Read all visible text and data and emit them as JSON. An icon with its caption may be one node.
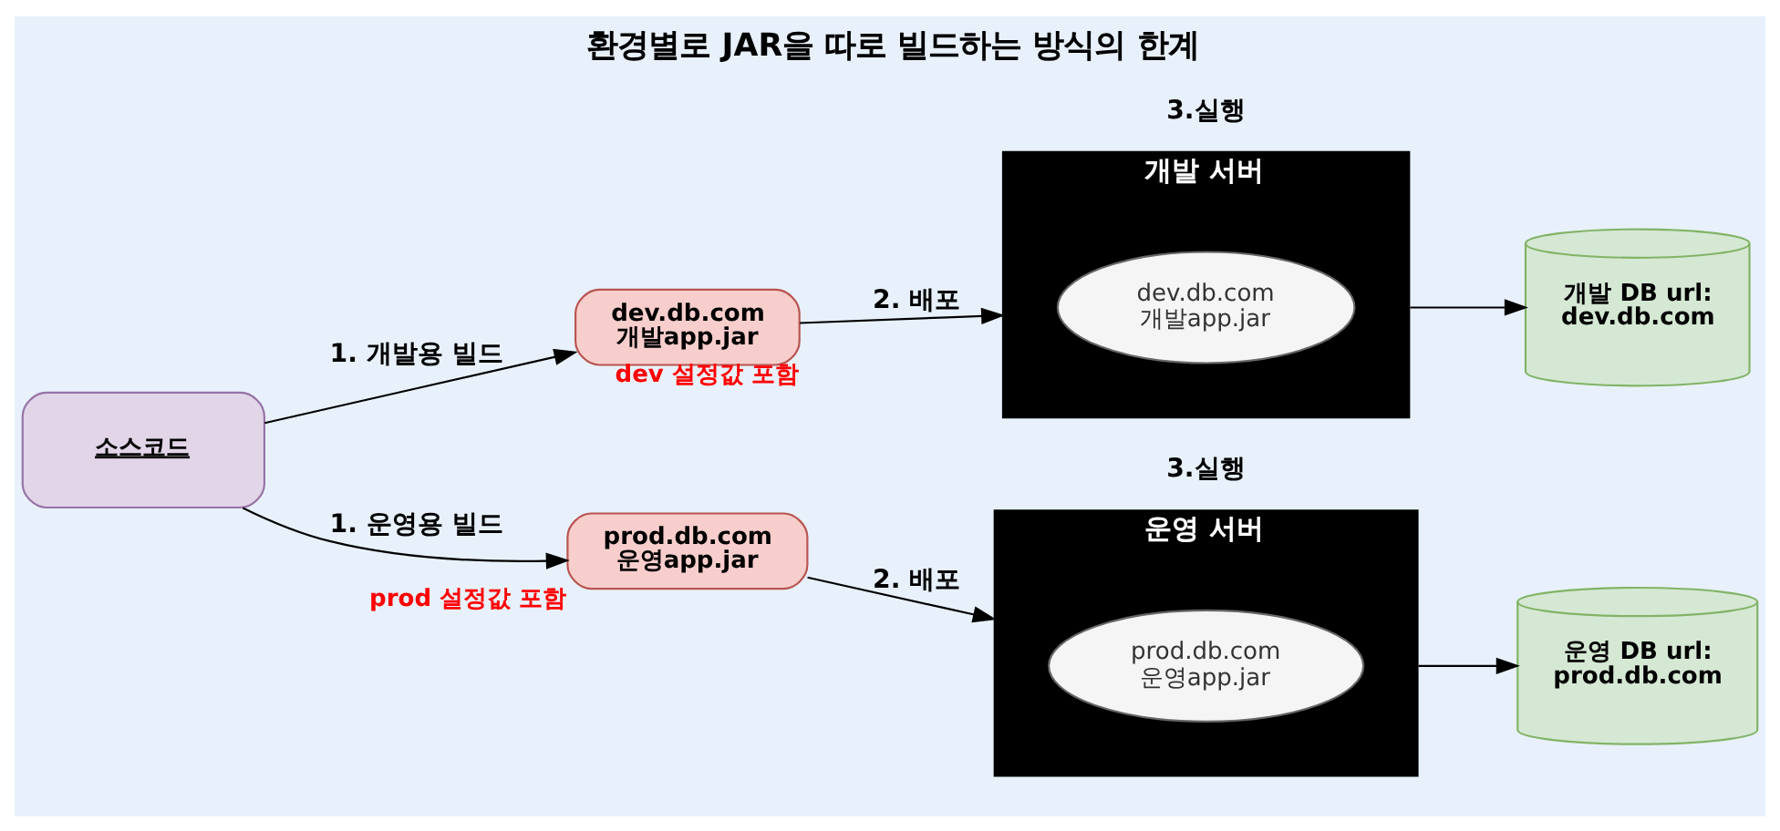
{
  "diagram": {
    "title": "환경별로 JAR을 따로 빌드하는 방식의 한계",
    "nodes": [
      {
        "text": [
          "소스코드"
        ]
      },
      {
        "text": [
          "dev.db.com 개발app.jar"
        ],
        "beside": [
          "dev 설정값 포함"
        ]
      },
      {
        "text": [
          "prod.db.com 운영app.jar"
        ],
        "beside": [
          "prod 설정값 포함"
        ]
      },
      {
        "text": [
          "개발 서버"
        ],
        "beside": [
          "3.실행"
        ]
      },
      {
        "text": [
          "dev.db.com 개발app.jar"
        ],
        "in": 3
      },
      {
        "text": [
          "운영 서버"
        ],
        "beside": [
          "3.실행"
        ]
      },
      {
        "text": [
          "prod.db.com 운영app.jar"
        ],
        "in": 5
      },
      {
        "text": [
          "개발 DB url: dev.db.com"
        ]
      },
      {
        "text": [
          "운영 DB url: prod.db.com"
        ]
      }
    ],
    "edges": [
      {
        "from": 0,
        "to": 1,
        "arrow": "to",
        "label": "1. 개발용 빌드"
      },
      {
        "from": 0,
        "to": 2,
        "arrow": "to",
        "label": "1. 운영용 빌드"
      },
      {
        "from": 1,
        "to": 3,
        "arrow": "to",
        "label": "2. 배포"
      },
      {
        "from": 2,
        "to": 5,
        "arrow": "to",
        "label": "2. 배포"
      },
      {
        "from": 3,
        "to": 7,
        "arrow": "to"
      },
      {
        "from": 5,
        "to": 8,
        "arrow": "to"
      }
    ]
  }
}
